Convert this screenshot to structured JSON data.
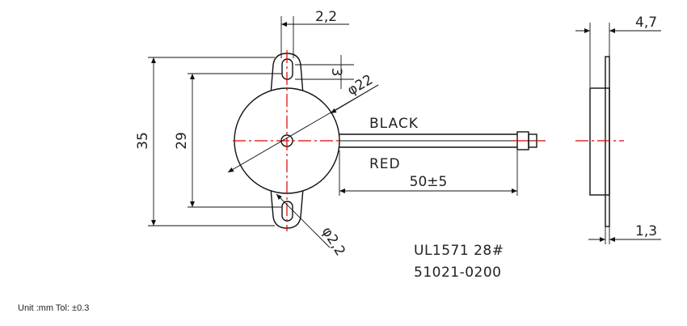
{
  "dimensions": {
    "tab_width": "2,2",
    "hole_offset": "3",
    "diameter": "φ22",
    "overall_height": "35",
    "hole_spacing": "29",
    "hole_diameter": "φ2,2",
    "wire_length": "50±5",
    "thickness": "4,7",
    "tab_thickness": "1,3"
  },
  "wires": {
    "top": "BLACK",
    "bottom": "RED"
  },
  "part": {
    "cable": "UL1571 28#",
    "connector": "51021-0200"
  },
  "note": "Unit :mm  Tol: ±0.3",
  "colors": {
    "outline": "#111111",
    "centerline": "#e00000"
  }
}
